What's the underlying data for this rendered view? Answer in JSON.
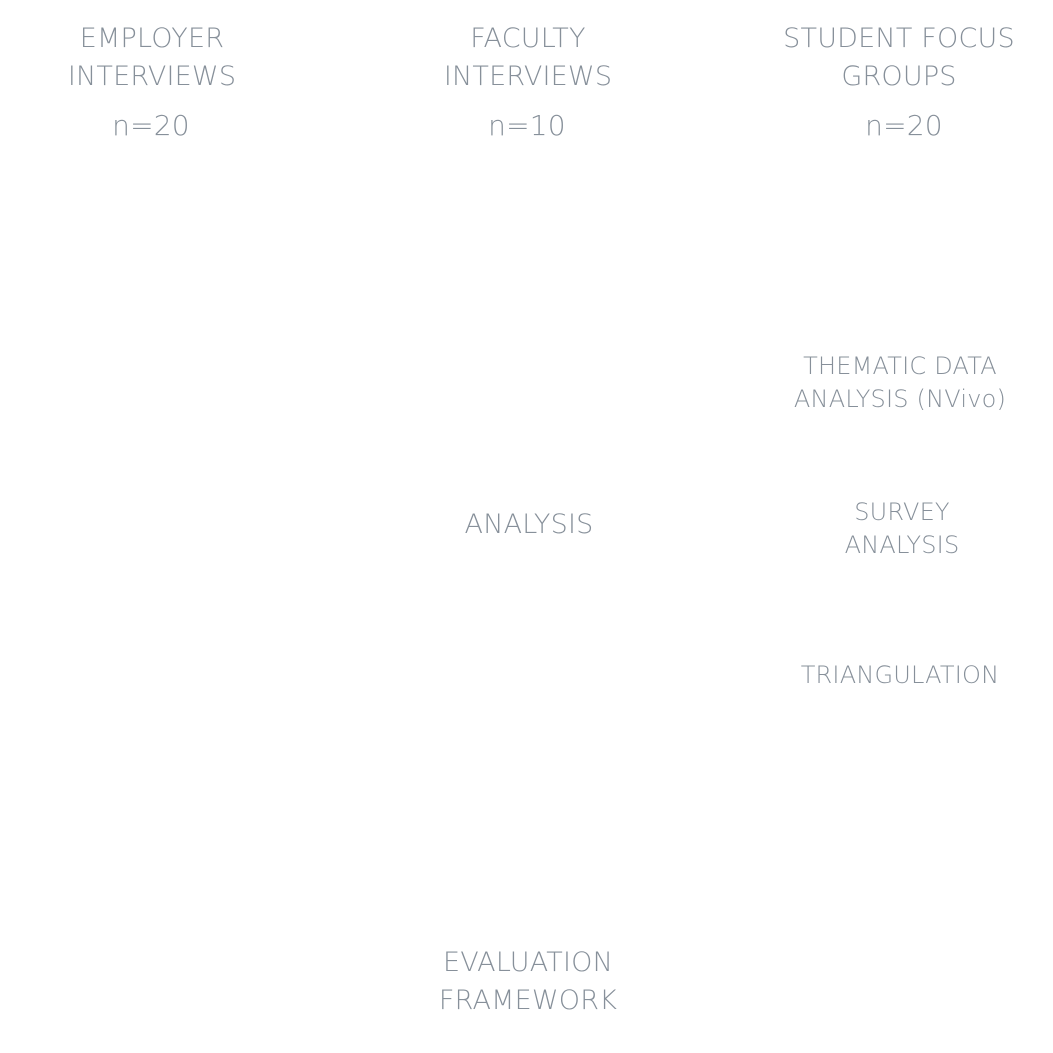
{
  "sources": {
    "employer": {
      "line1": "EMPLOYER",
      "line2": "INTERVIEWS",
      "n": "n=20"
    },
    "faculty": {
      "line1": "FACULTY",
      "line2": "INTERVIEWS",
      "n": "n=10"
    },
    "student": {
      "line1": "STUDENT FOCUS",
      "line2": "GROUPS",
      "n": "n=20"
    }
  },
  "center": {
    "analysis": "ANALYSIS",
    "framework_line1": "EVALUATION",
    "framework_line2": "FRAMEWORK"
  },
  "side": {
    "thematic_line1": "THEMATIC DATA",
    "thematic_line2": "ANALYSIS (NVivo)",
    "survey_line1": "SURVEY",
    "survey_line2": "ANALYSIS",
    "triangulation": "TRIANGULATION"
  }
}
